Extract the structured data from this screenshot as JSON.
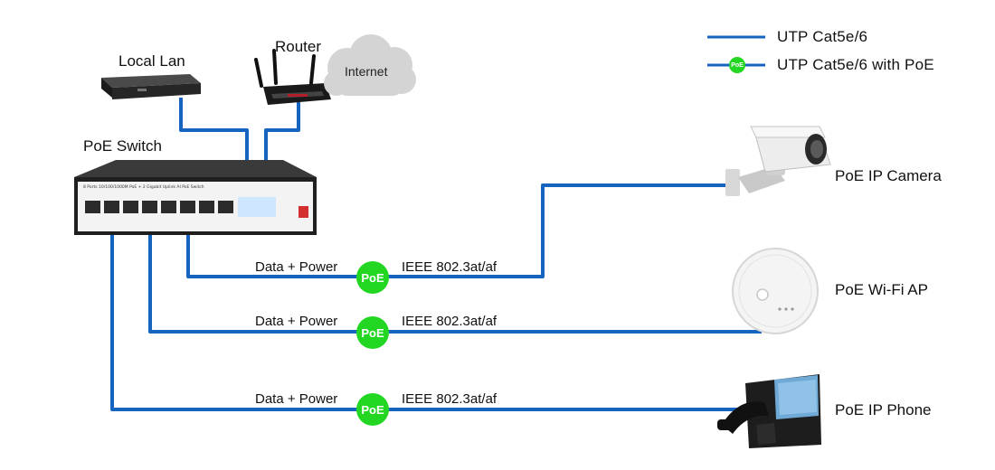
{
  "devices": {
    "local_lan": "Local Lan",
    "router": "Router",
    "internet": "Internet",
    "poe_switch": "PoE Switch",
    "ip_camera": "PoE IP Camera",
    "wifi_ap": "PoE Wi-Fi AP",
    "ip_phone": "PoE IP Phone"
  },
  "legend": {
    "utp": "UTP  Cat5e/6",
    "utp_poe": "UTP  Cat5e/6 with PoE",
    "badge": "PoE"
  },
  "connections": [
    {
      "left": "Data + Power",
      "badge": "PoE",
      "right": "IEEE 802.3at/af"
    },
    {
      "left": "Data + Power",
      "badge": "PoE",
      "right": "IEEE 802.3at/af"
    },
    {
      "left": "Data + Power",
      "badge": "PoE",
      "right": "IEEE 802.3at/af"
    }
  ],
  "switch_panel": {
    "text": "8 Ports 10/100/1000M PoE + 2 Gigabit Uplink  AI PoE Switch"
  },
  "colors": {
    "cable": "#1565c0",
    "poe_badge": "#22d622"
  }
}
